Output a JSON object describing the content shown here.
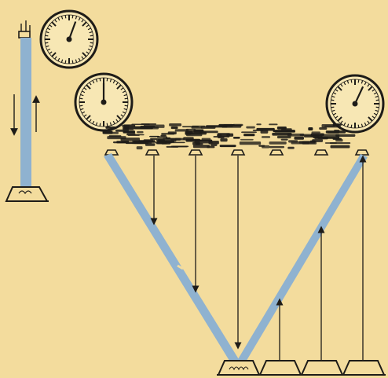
{
  "diagram": {
    "description_text": "",
    "colors": {
      "paper": "#f3dc9d",
      "beam": "#8fb2d0",
      "ink": "#1e1c18",
      "dial_face": "#f7e7b4"
    },
    "elements": {
      "left_pulse_path": {
        "icon": "vertical-up-down-arrows"
      },
      "dials": [
        {
          "name": "dial-top-left",
          "needle_angle_deg": 20
        },
        {
          "name": "dial-middle-left",
          "needle_angle_deg": 0
        },
        {
          "name": "dial-right",
          "needle_angle_deg": 25
        }
      ],
      "layer_reflectors_count": 7,
      "ground_stations_count": 4,
      "up_arrows_count": 3,
      "down_arrows_count": 3
    }
  }
}
